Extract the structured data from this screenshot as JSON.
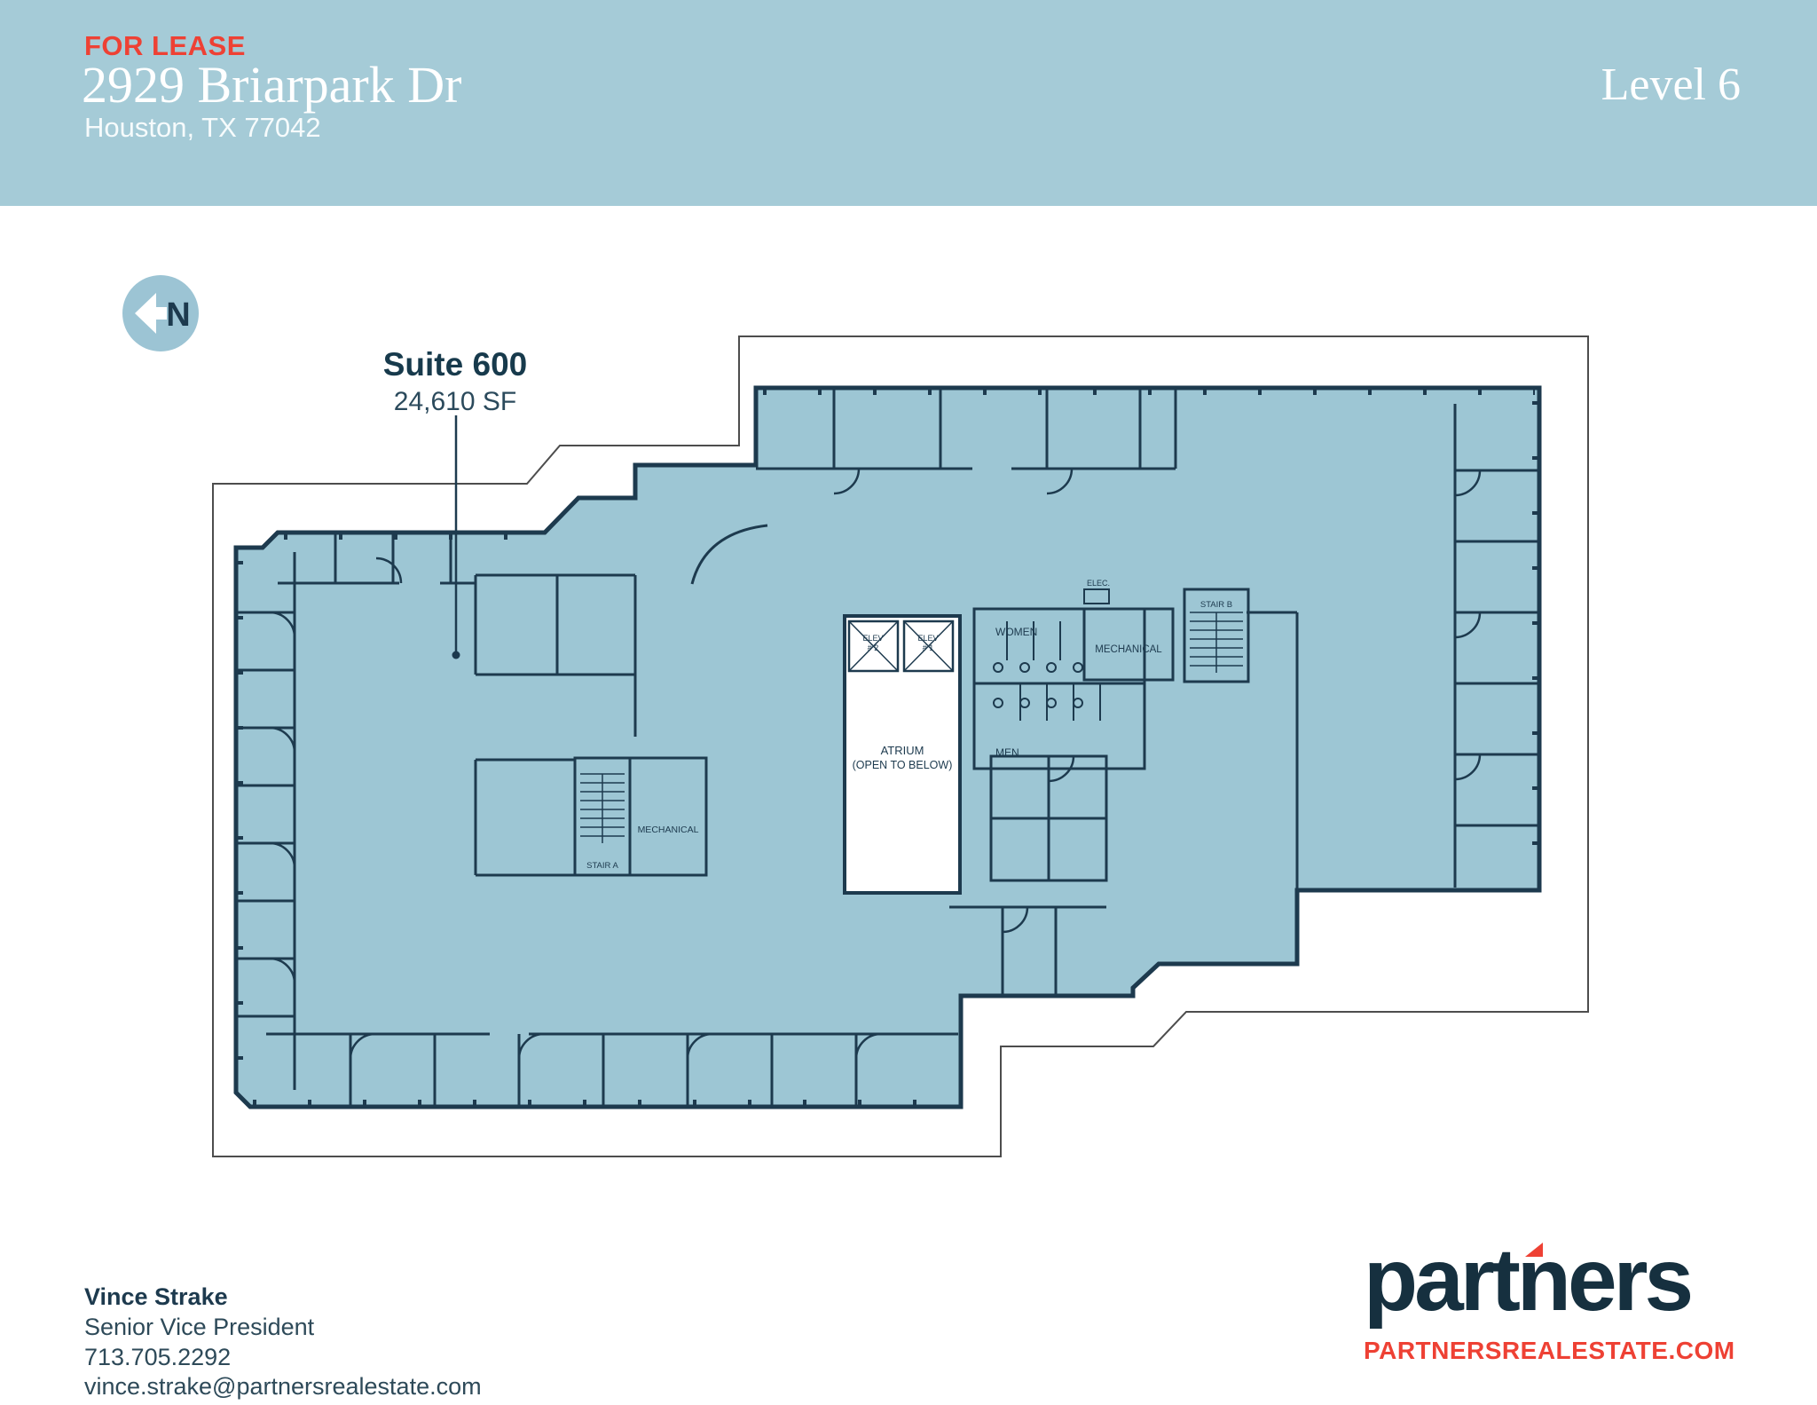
{
  "header": {
    "for_lease": "FOR LEASE",
    "address": "2929 Briarpark Dr",
    "city": "Houston, TX 77042",
    "level": "Level 6"
  },
  "north": {
    "letter": "N"
  },
  "suite": {
    "name": "Suite 600",
    "size": "24,610 SF"
  },
  "plan_labels": {
    "atrium_line1": "ATRIUM",
    "atrium_line2": "(OPEN TO BELOW)",
    "women": "WOMEN",
    "men": "MEN",
    "mechanical_center": "MECHANICAL",
    "mechanical_left": "MECHANICAL",
    "stair_a": "STAIR A",
    "stair_b": "STAIR B",
    "elec": "ELEC.",
    "elev1_line1": "ELEV",
    "elev1_line2": "# 1",
    "elev2_line1": "ELEV",
    "elev2_line2": "# 2"
  },
  "contact": {
    "name": "Vince Strake",
    "title": "Senior Vice President",
    "phone": "713.705.2292",
    "email": "vince.strake@partnersrealestate.com"
  },
  "brand": {
    "logo": "partners",
    "site": "PARTNERSREALESTATE.COM"
  },
  "colors": {
    "header_blue": "#a5cbd7",
    "plan_fill": "#9dc6d4",
    "wall_navy": "#1d3a4e",
    "accent_red": "#ee4134",
    "text_navy": "#173a4c"
  }
}
